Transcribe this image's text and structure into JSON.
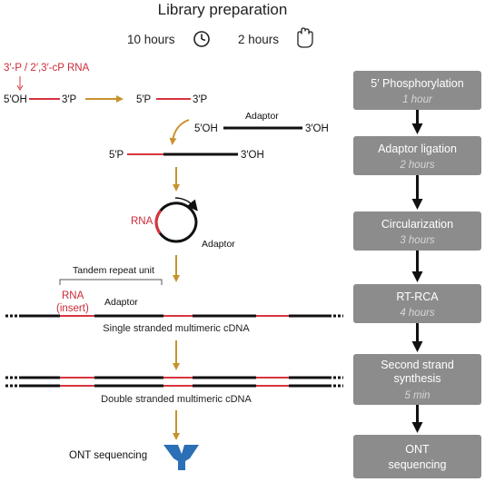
{
  "header": {
    "title": "Library preparation",
    "time_a": "10 hours",
    "time_b": "2 hours"
  },
  "diagram": {
    "rna_label": "3′-P / 2′,3′-cP RNA",
    "oh5": "5′OH",
    "p3": "3′P",
    "p5": "5′P",
    "adaptor_title": "Adaptor",
    "adaptor_oh5": "5′OH",
    "adaptor_oh3": "3′OH",
    "lig_p5": "5′P",
    "lig_oh3": "3′OH",
    "circle_rna": "RNA",
    "circle_adaptor": "Adaptor",
    "tandem_unit": "Tandem repeat unit",
    "rna_insert_1": "RNA",
    "rna_insert_2": "(insert)",
    "adaptor_strand": "Adaptor",
    "single_caption": "Single stranded multimeric cDNA",
    "double_caption": "Double stranded multimeric cDNA",
    "ont_label": "ONT sequencing"
  },
  "steps": [
    {
      "title": "5′ Phosphorylation",
      "duration": "1 hour"
    },
    {
      "title": "Adaptor ligation",
      "duration": "2 hours"
    },
    {
      "title": "Circularization",
      "duration": "3 hours"
    },
    {
      "title": "RT-RCA",
      "duration": "4 hours"
    },
    {
      "title_1": "Second strand",
      "title_2": "synthesis",
      "duration": "5 min"
    },
    {
      "title_1": "ONT",
      "title_2": "sequencing"
    }
  ],
  "colors": {
    "rna": "#d8343f",
    "arrow": "#c8922c",
    "box": "#8c8c8c",
    "strand": "#111111",
    "nanopore": "#2b6fb6"
  }
}
